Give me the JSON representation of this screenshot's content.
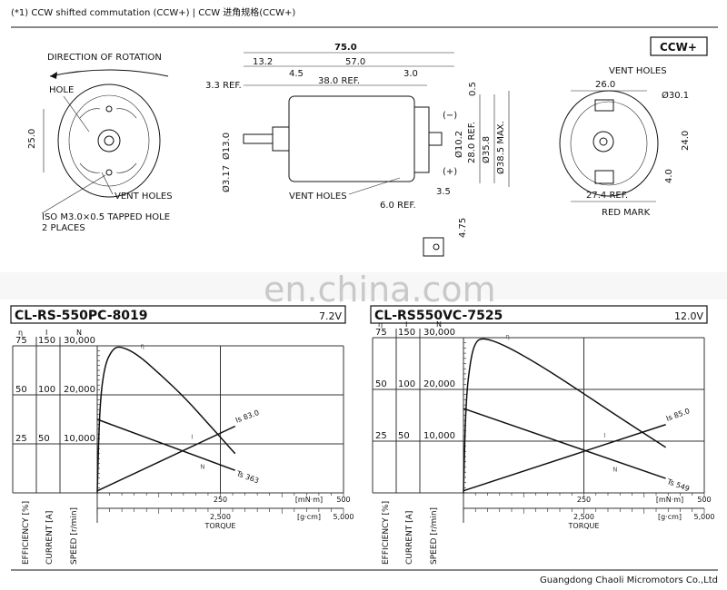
{
  "header": {
    "note": "(*1) CCW shifted commutation (CCW+) | CCW 进角规格(CCW+)"
  },
  "drawing": {
    "front": {
      "title": "DIRECTION OF ROTATION",
      "hole": "HOLE",
      "dim_25": "25.0",
      "vent": "VENT HOLES",
      "tapped": "ISO M3.0×0.5 TAPPED HOLE",
      "places": "2 PLACES"
    },
    "side": {
      "d75": "75.0",
      "d13_2": "13.2",
      "d57": "57.0",
      "d4_5": "4.5",
      "d3": "3.0",
      "d3_3": "3.3 REF.",
      "d38": "38.0 REF.",
      "d0_5": "0.5",
      "d13": "Ø13.0",
      "d3_17": "Ø3.17",
      "d10_2": "Ø10.2",
      "d28": "28.0 REF.",
      "d35_8": "Ø35.8",
      "d38_5": "Ø38.5 MAX.",
      "minus": "(−)",
      "plus": "(+)",
      "vent": "VENT HOLES",
      "d3_5": "3.5",
      "d6": "6.0 REF.",
      "d4_75": "4.75"
    },
    "rear": {
      "badge": "CCW+",
      "vent": "VENT HOLES",
      "d26": "26.0",
      "d30_1": "Ø30.1",
      "d24": "24.0",
      "d4": "4.0",
      "d27_4": "27.4 REF.",
      "red_mark": "RED MARK"
    }
  },
  "watermark": "en.china.com",
  "axes_common": {
    "eff_symbol": "η",
    "cur_symbol": "I",
    "spd_symbol": "N",
    "eff_ticks": [
      "75",
      "50",
      "25"
    ],
    "cur_ticks": [
      "150",
      "100",
      "50"
    ],
    "spd_ticks": [
      "30,000",
      "20,000",
      "10,000"
    ],
    "eff_label": "EFFICIENCY [%]",
    "cur_label": "CURRENT [A]",
    "spd_label": "SPEED [r/min]",
    "x_mnm": [
      "250",
      "[mN·m]",
      "500"
    ],
    "x_gcm": [
      "2,500",
      "[g·cm]",
      "5,000"
    ],
    "xlabel": "TORQUE"
  },
  "chart_data": [
    {
      "type": "line",
      "title": "CL-RS-550PC-8019",
      "voltage": "7.2V",
      "xlabel": "TORQUE",
      "xlim": [
        0,
        500
      ],
      "x_unit": "mN·m",
      "ylim_efficiency": [
        0,
        75
      ],
      "ylim_current": [
        0,
        150
      ],
      "ylim_speed": [
        0,
        30000
      ],
      "series": [
        {
          "name": "η",
          "axis": "efficiency",
          "x": [
            0,
            5,
            15,
            30,
            45,
            80,
            130,
            180,
            230,
            280
          ],
          "y": [
            0,
            45,
            65,
            73,
            75,
            71,
            60,
            48,
            34,
            20
          ]
        },
        {
          "name": "I",
          "axis": "current",
          "x": [
            0,
            280
          ],
          "y": [
            2,
            68
          ],
          "label": "Is 83.0"
        },
        {
          "name": "N",
          "axis": "speed",
          "x": [
            0,
            280
          ],
          "y": [
            15000,
            4600
          ],
          "label": "Ts 363"
        }
      ]
    },
    {
      "type": "line",
      "title": "CL-RS550VC-7525",
      "voltage": "12.0V",
      "xlabel": "TORQUE",
      "xlim": [
        0,
        500
      ],
      "x_unit": "mN·m",
      "ylim_efficiency": [
        0,
        75
      ],
      "ylim_current": [
        0,
        150
      ],
      "ylim_speed": [
        0,
        30000
      ],
      "series": [
        {
          "name": "η",
          "axis": "efficiency",
          "x": [
            0,
            5,
            15,
            25,
            40,
            80,
            150,
            230,
            320,
            420
          ],
          "y": [
            0,
            45,
            65,
            73,
            75,
            72,
            63,
            51,
            37,
            22
          ]
        },
        {
          "name": "I",
          "axis": "current",
          "x": [
            0,
            420
          ],
          "y": [
            2,
            66
          ],
          "label": "Is 85.0"
        },
        {
          "name": "N",
          "axis": "speed",
          "x": [
            0,
            420
          ],
          "y": [
            16300,
            2800
          ],
          "label": "Ts 549"
        }
      ]
    }
  ],
  "footer": {
    "company": "Guangdong Chaoli Micromotors Co.,Ltd"
  }
}
